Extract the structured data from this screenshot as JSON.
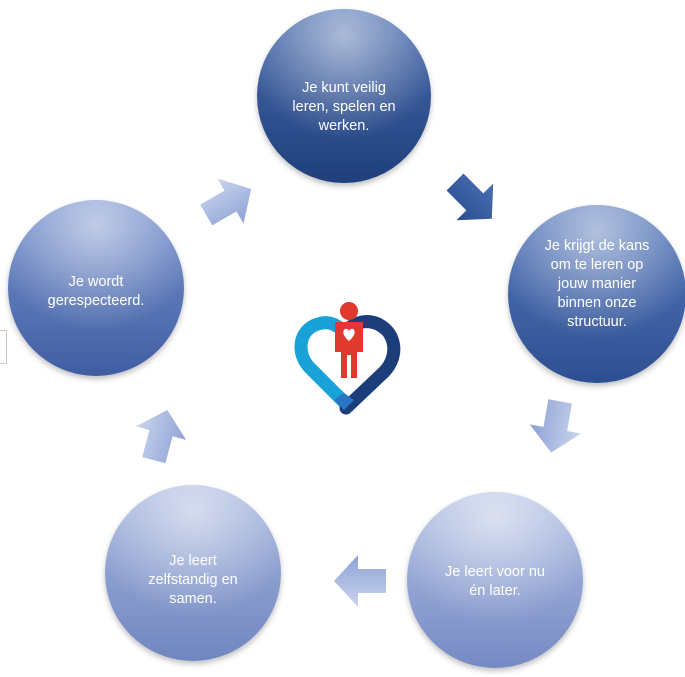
{
  "diagram": {
    "type": "cycle",
    "nodes": [
      {
        "id": "n1",
        "label": "Je kunt veilig\nleren, spelen en\nwerken.",
        "color": "#2c4d8a"
      },
      {
        "id": "n2",
        "label": "Je krijgt de kans\nom te leren op\njouw manier\nbinnen onze\nstructuur.",
        "color": "#3a5ea0"
      },
      {
        "id": "n3",
        "label": "Je leert voor nu\nén later.",
        "color": "#8a9dcd"
      },
      {
        "id": "n4",
        "label": "Je leert\nzelfstandig en\nsamen.",
        "color": "#8496c9"
      },
      {
        "id": "n5",
        "label": "Je wordt\ngerespecteerd.",
        "color": "#5570b0"
      }
    ],
    "edges": [
      {
        "from": "n1",
        "to": "n2"
      },
      {
        "from": "n2",
        "to": "n3"
      },
      {
        "from": "n3",
        "to": "n4"
      },
      {
        "from": "n4",
        "to": "n5"
      },
      {
        "from": "n5",
        "to": "n1"
      }
    ],
    "center_logo": "heart-person-logo",
    "colors": {
      "logo_red": "#e03a2e",
      "logo_blue": "#1f5aa6",
      "logo_teal": "#19a2d8",
      "logo_navy": "#1b3d7a"
    }
  }
}
